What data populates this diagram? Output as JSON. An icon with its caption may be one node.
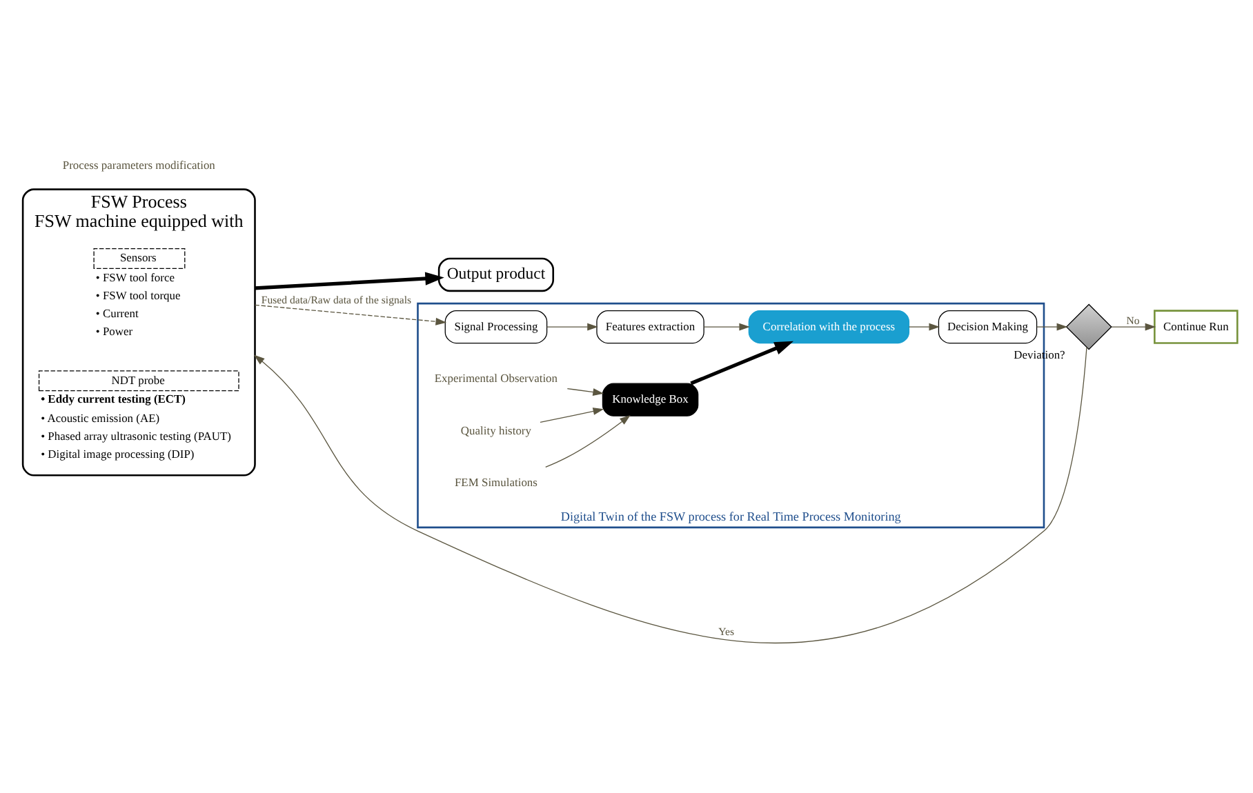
{
  "diagram": {
    "nodes": [
      {
        "text": [
          "FSW Process",
          "FSW machine equipped with"
        ]
      },
      {
        "text": [
          "Sensors"
        ],
        "in": 0,
        "beside": [
          "• FSW tool force",
          "• FSW tool torque",
          "• Current",
          "• Power"
        ]
      },
      {
        "text": [
          "NDT probe"
        ],
        "in": 0,
        "beside": [
          "• Eddy current testing (ECT)",
          "• Acoustic emission (AE)",
          "• Phased array ultrasonic testing (PAUT)",
          "• Digital image processing (DIP)"
        ]
      },
      {
        "text": [
          "Output product"
        ]
      },
      {
        "text": [
          "Digital Twin of the FSW process for Real Time Process Monitoring"
        ]
      },
      {
        "text": [
          "Signal Processing"
        ],
        "in": 4
      },
      {
        "text": [
          "Features extraction"
        ],
        "in": 4
      },
      {
        "text": [
          "Correlation with the process"
        ],
        "in": 4
      },
      {
        "text": [
          "Decision Making"
        ],
        "in": 4
      },
      {
        "text": [
          "Knowledge Box"
        ],
        "in": 4
      },
      {
        "text": [
          "Experimental Observation"
        ],
        "in": 4
      },
      {
        "text": [
          "Quality history"
        ],
        "in": 4
      },
      {
        "text": [
          "FEM Simulations"
        ],
        "in": 4
      },
      {
        "text": [],
        "shape": "diamond",
        "beside": [
          "Deviation?"
        ]
      },
      {
        "text": [
          "Continue Run"
        ]
      }
    ],
    "edges": [
      {
        "from": 0,
        "to": 3,
        "arrow": "to",
        "style": "thick",
        "color": "#000000"
      },
      {
        "from": 0,
        "to": 5,
        "arrow": "to",
        "style": "dashed",
        "label": "Fused data/Raw data of the signals"
      },
      {
        "from": 5,
        "to": 6,
        "arrow": "to"
      },
      {
        "from": 6,
        "to": 7,
        "arrow": "to"
      },
      {
        "from": 7,
        "to": 8,
        "arrow": "to"
      },
      {
        "from": 9,
        "to": 7,
        "arrow": "to",
        "style": "thick",
        "color": "#000000"
      },
      {
        "from": 10,
        "to": 9,
        "arrow": "to"
      },
      {
        "from": 11,
        "to": 9,
        "arrow": "to"
      },
      {
        "from": 12,
        "to": 9,
        "arrow": "to"
      },
      {
        "from": 8,
        "to": 13,
        "arrow": "to"
      },
      {
        "from": 13,
        "to": 14,
        "arrow": "to",
        "label": "No"
      },
      {
        "from": 13,
        "to": 0,
        "arrow": "to",
        "label": "Yes"
      }
    ],
    "labels": [
      "Process parameters modification"
    ]
  }
}
